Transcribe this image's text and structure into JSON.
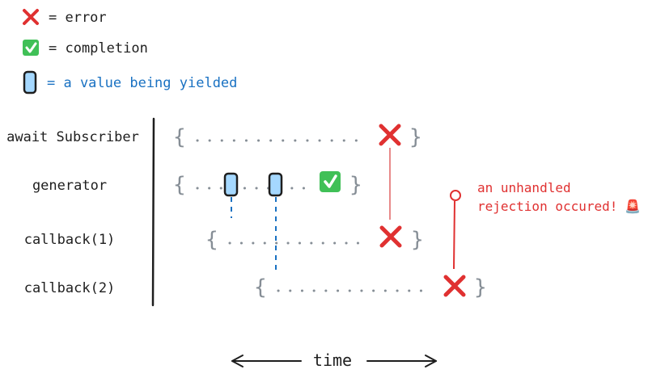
{
  "legend": {
    "error": "= error",
    "completion": "= completion",
    "yielded": "= a value being yielded"
  },
  "rows": [
    {
      "label": "await Subscriber"
    },
    {
      "label": "generator"
    },
    {
      "label": "callback(1)"
    },
    {
      "label": "callback(2)"
    }
  ],
  "annotation": {
    "line1": "an unhandled",
    "line2": "rejection occured!",
    "emoji": "🚨"
  },
  "time_label": "time",
  "colors": {
    "ink": "#1e1e1e",
    "dots": "#868e96",
    "error": "#e03131",
    "completion_bg": "#40c057",
    "yield_fill": "#a5d8ff",
    "yield_dash": "#1971c2",
    "link": "#e88a8a",
    "annotation": "#e03131"
  }
}
